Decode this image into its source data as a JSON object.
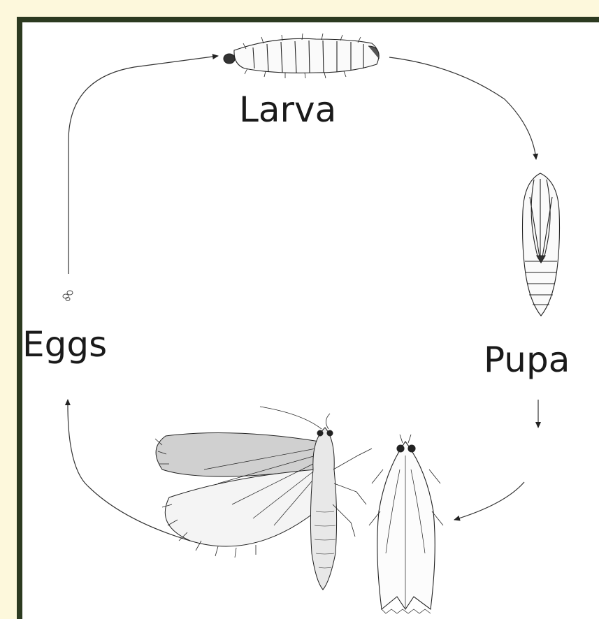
{
  "diagram": {
    "stages": {
      "larva": "Larva",
      "pupa": "Pupa",
      "eggs": "Eggs"
    },
    "colors": {
      "frame": "#2c3a20",
      "page": "#fdf8dc",
      "ink": "#1a1a1a"
    }
  }
}
